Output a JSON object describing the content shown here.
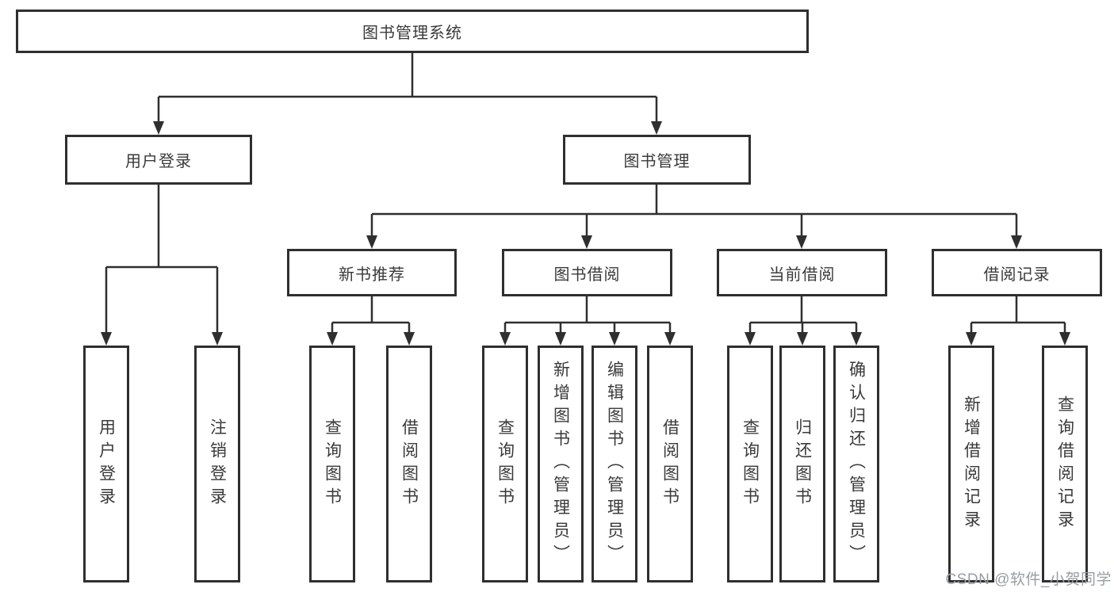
{
  "colors": {
    "line": "#2f2f2f",
    "box_border": "#2f2f2f",
    "text": "#3a3a3a",
    "watermark": "#989da3",
    "background": "#ffffff"
  },
  "tree": {
    "root": {
      "label": "图书管理系统"
    },
    "branches": [
      {
        "label": "用户登录",
        "leaves": [
          {
            "label": "用户登录"
          },
          {
            "label": "注销登录"
          }
        ]
      },
      {
        "label": "图书管理",
        "sections": [
          {
            "label": "新书推荐",
            "leaves": [
              {
                "label": "查询图书"
              },
              {
                "label": "借阅图书"
              }
            ]
          },
          {
            "label": "图书借阅",
            "leaves": [
              {
                "label": "查询图书"
              },
              {
                "label": "新增图书（管理员）"
              },
              {
                "label": "编辑图书（管理员）"
              },
              {
                "label": "借阅图书"
              }
            ]
          },
          {
            "label": "当前借阅",
            "leaves": [
              {
                "label": "查询图书"
              },
              {
                "label": "归还图书"
              },
              {
                "label": "确认归还（管理员）"
              }
            ]
          },
          {
            "label": "借阅记录",
            "leaves": [
              {
                "label": "新增借阅记录"
              },
              {
                "label": "查询借阅记录"
              }
            ]
          }
        ]
      }
    ]
  },
  "watermark": {
    "text": "CSDN @软件_小贺同学"
  }
}
